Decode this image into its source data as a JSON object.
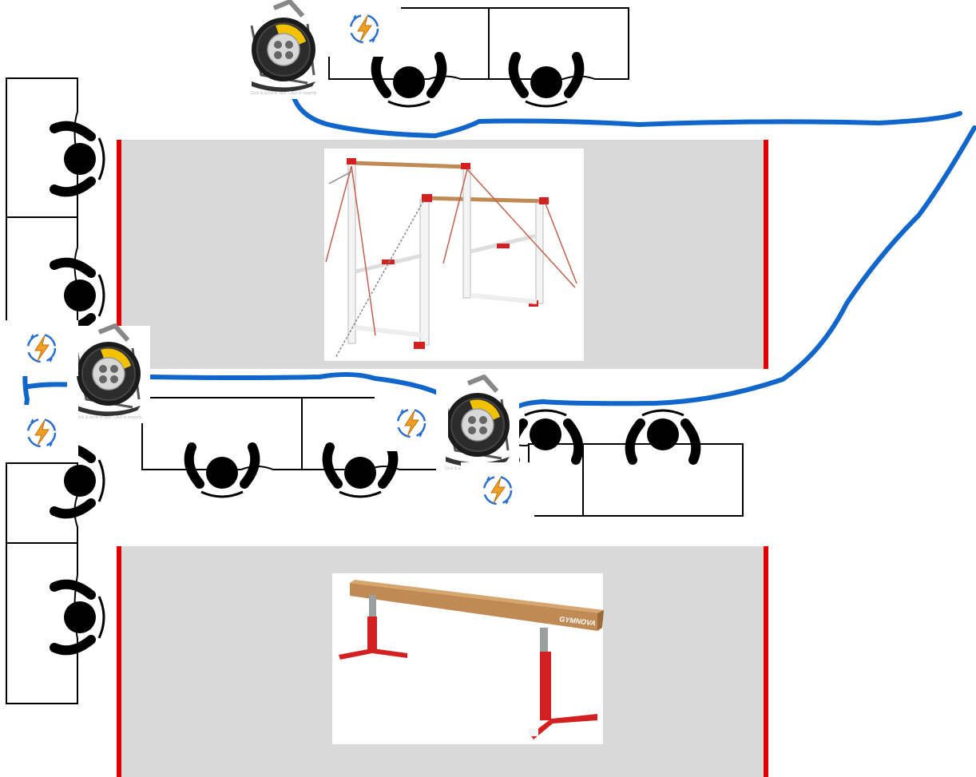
{
  "diagram": {
    "colors": {
      "background": "#ffffff",
      "zone_fill": "#d9d9d9",
      "zone_border": "#e00000",
      "table_stroke": "#000000",
      "cable": "#1166cc",
      "reel_body": "#1b1b1b",
      "reel_label": "#f2c200",
      "power_badge_bolt": "#f0a020",
      "power_badge_ring": "#2a6fd0",
      "apparatus_frame": "#f7f7f7",
      "apparatus_accent": "#d42020",
      "beam_wood": "#c08a55"
    },
    "icons": {
      "judge": "person-at-table-icon",
      "power": "power-cycle-icon",
      "reel": "cable-reel-icon"
    },
    "zones": [
      {
        "apparatus": "uneven-bars"
      },
      {
        "apparatus": "balance-beam"
      }
    ],
    "beam_brand_text": "GYMNOVA",
    "reel_caption_text": "Click & scroll to spin. Click to magnify"
  }
}
